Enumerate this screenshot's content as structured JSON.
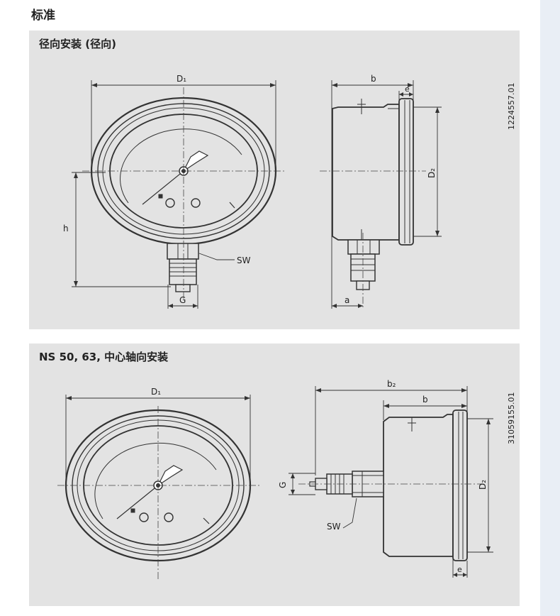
{
  "heading": "标准",
  "panels": [
    {
      "title": "径向安装 (径向)",
      "labels": {
        "d1": "D₁",
        "b": "b",
        "e": "e",
        "d2": "D₂",
        "h": "h",
        "sw": "SW",
        "g": "G",
        "a": "a",
        "code": "1224557.01"
      }
    },
    {
      "title": "NS 50, 63, 中心轴向安装",
      "labels": {
        "d1": "D₁",
        "b2": "b₂",
        "b": "b",
        "d2": "D₂",
        "g": "G",
        "sw": "SW",
        "e": "e",
        "code": "31059155.01"
      }
    }
  ]
}
